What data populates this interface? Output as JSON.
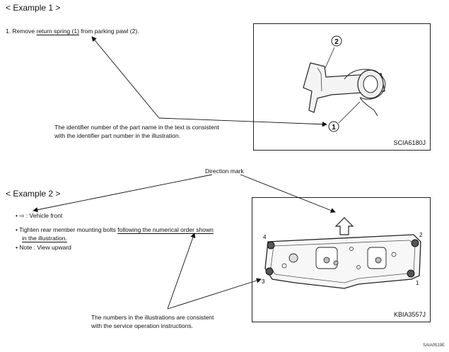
{
  "example1": {
    "heading": "< Example 1 >",
    "step_prefix": "1. Remove",
    "step_underlined": "return spring (1)",
    "step_suffix": "from parking pawl (2).",
    "note_line1": "The identifier number of the part name in the text is consistent",
    "note_line2": "with the identifier part number in the illustration.",
    "figure_code": "SCIA6180J",
    "callout_1": "1",
    "callout_2": "2"
  },
  "example2": {
    "heading": "< Example 2 >",
    "direction_mark_label": "Direction mark",
    "bullet_1": "• ⇨ : Vehicle front",
    "bullet_2_prefix": "• Tighten rear member mounting bolts",
    "bullet_2_underlined": "following the numerical order shown",
    "bullet_2_line2": "in the illustration.",
    "bullet_3": "• Note : View upward",
    "note_line1": "The numbers in the illustrations are consistent",
    "note_line2": "with the service operation instructions.",
    "figure_code": "KBIA3557J",
    "bolt_labels": [
      "1",
      "2",
      "3",
      "4"
    ]
  },
  "footer_code": "SAIA0519E"
}
